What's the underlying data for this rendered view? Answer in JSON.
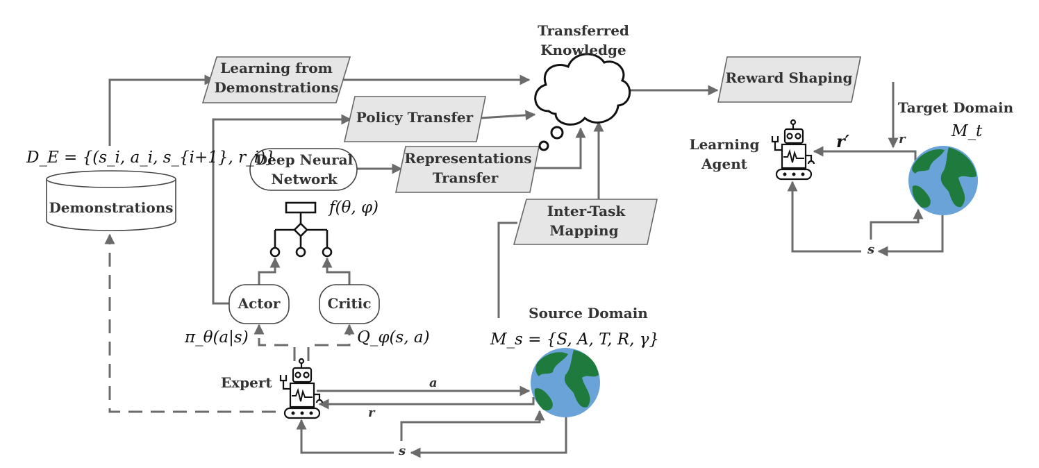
{
  "nodes": {
    "transferred_knowledge": [
      "Transferred",
      "Knowledge"
    ],
    "learning_from_demonstrations": [
      "Learning from",
      "Demonstrations"
    ],
    "policy_transfer": "Policy Transfer",
    "representations_transfer": [
      "Representations",
      "Transfer"
    ],
    "reward_shaping": "Reward Shaping",
    "inter_task_mapping": [
      "Inter-Task",
      "Mapping"
    ],
    "deep_neural_network": [
      "Deep Neural",
      "Network"
    ],
    "demonstrations": "Demonstrations",
    "actor": "Actor",
    "critic": "Critic",
    "expert": "Expert",
    "learning_agent": [
      "Learning",
      "Agent"
    ],
    "source_domain": "Source Domain",
    "target_domain": "Target Domain"
  },
  "math": {
    "demo_set": "D_E = {(s_i, a_i, s_{i+1}, r_i)}",
    "f_theta_phi": "f(θ, φ)",
    "pi": "π_θ(a|s)",
    "q": "Q_φ(s, a)",
    "source_mdp": "M_s = {S, A, T, R, γ}",
    "target_mdp": "M_t"
  },
  "edge_labels": {
    "action": "a",
    "reward": "r",
    "state": "s",
    "target_reward": "r",
    "target_state": "s",
    "shaped_reward": "r′"
  },
  "colors": {
    "box_fill": "#e6e6e6",
    "line": "#6b6b6b",
    "ocean": "#6aa3d8",
    "land": "#1f7a3e"
  }
}
